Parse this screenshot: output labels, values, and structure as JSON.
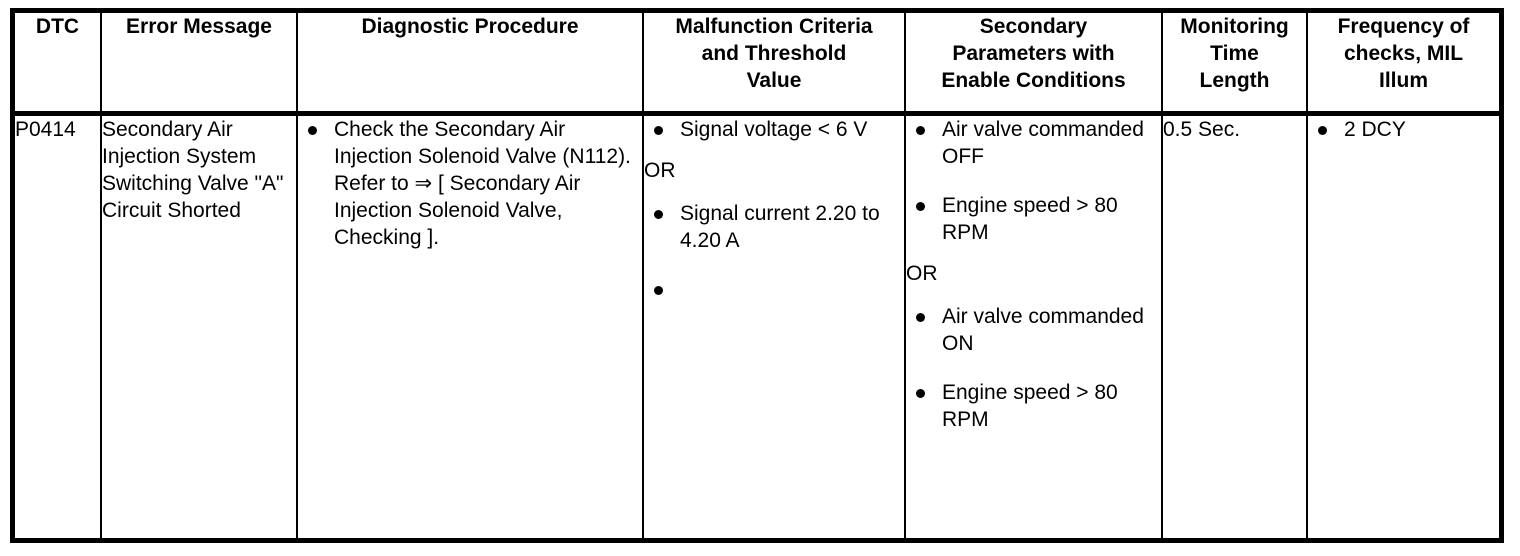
{
  "table": {
    "columns": [
      {
        "key": "dtc",
        "header": "DTC"
      },
      {
        "key": "errmsg",
        "header": "Error Message"
      },
      {
        "key": "diag",
        "header": "Diagnostic Procedure"
      },
      {
        "key": "malf",
        "header": "Malfunction Criteria and Threshold Value"
      },
      {
        "key": "sec",
        "header": "Secondary Parameters with Enable Conditions"
      },
      {
        "key": "mon",
        "header": "Monitoring Time Length"
      },
      {
        "key": "freq",
        "header": "Frequency of checks, MIL Illum"
      }
    ],
    "headers": {
      "dtc": "DTC",
      "error_message": "Error Message",
      "diagnostic_procedure": "Diagnostic Procedure",
      "malfunction_criteria_line1": "Malfunction Criteria",
      "malfunction_criteria_line2": "and Threshold",
      "malfunction_criteria_line3": "Value",
      "secondary_parameters_line1": "Secondary",
      "secondary_parameters_line2": "Parameters with",
      "secondary_parameters_line3": "Enable Conditions",
      "monitoring_time_line1": "Monitoring",
      "monitoring_time_line2": "Time",
      "monitoring_time_line3": "Length",
      "frequency_line1": "Frequency of",
      "frequency_line2": "checks, MIL",
      "frequency_line3": "Illum"
    },
    "row": {
      "dtc": "P0414",
      "error_message": "Secondary Air Injection System Switching Valve \"A\" Circuit Shorted",
      "diagnostic_procedure_bullets": [
        "Check the Secondary Air Injection Solenoid Valve (N112). Refer to ⇒ [ Secondary Air Injection Solenoid Valve, Checking ]."
      ],
      "malfunction_criteria": {
        "group1": [
          "Signal voltage < 6 V"
        ],
        "operator": "OR",
        "group2": [
          "Signal current 2.20 to 4.20 A",
          ""
        ]
      },
      "secondary_parameters": {
        "group1": [
          "Air valve commanded OFF",
          "Engine speed > 80 RPM"
        ],
        "operator": "OR",
        "group2": [
          "Air valve commanded ON",
          "Engine speed > 80 RPM"
        ]
      },
      "monitoring_time_length": "0.5 Sec.",
      "frequency_bullets": [
        "2 DCY"
      ]
    }
  },
  "colors": {
    "border": "#000000",
    "text": "#000000",
    "background": "#ffffff"
  }
}
